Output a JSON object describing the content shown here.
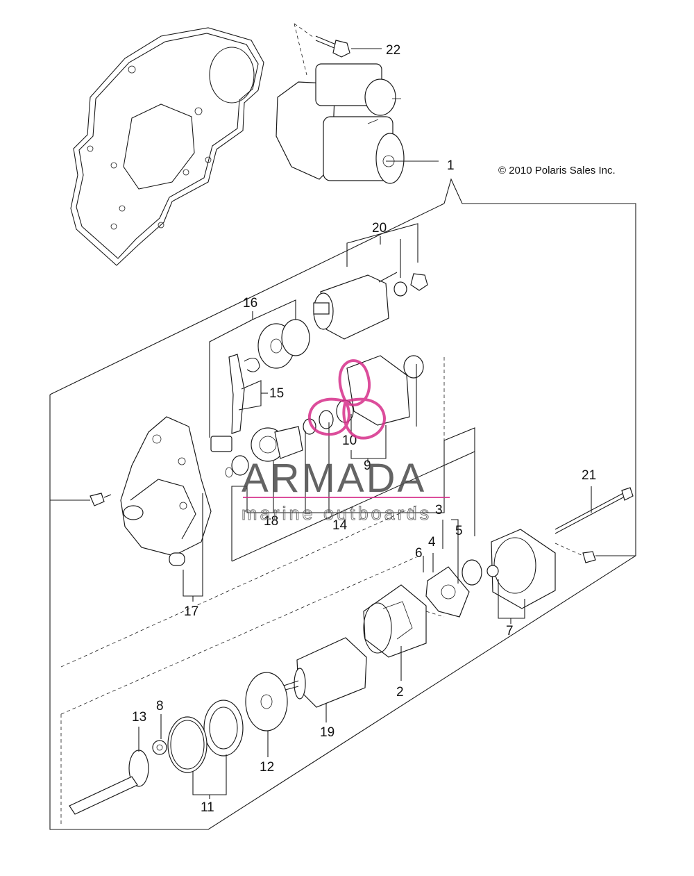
{
  "copyright": "© 2010 Polaris Sales Inc.",
  "watermark": {
    "brand": "ARMADA",
    "tagline": "marine outboards"
  },
  "callouts": {
    "c1": "1",
    "c2": "2",
    "c3": "3",
    "c4": "4",
    "c5": "5",
    "c6": "6",
    "c7": "7",
    "c8": "8",
    "c9": "9",
    "c10": "10",
    "c11": "11",
    "c12": "12",
    "c13": "13",
    "c14": "14",
    "c15": "15",
    "c16": "16",
    "c17": "17",
    "c18": "18",
    "c19": "19",
    "c20": "20",
    "c21": "21",
    "c22": "22"
  },
  "colors": {
    "line": "#1a1a1a",
    "watermark_pink": "#d62f8a",
    "watermark_grey": "#4a4a4a"
  }
}
